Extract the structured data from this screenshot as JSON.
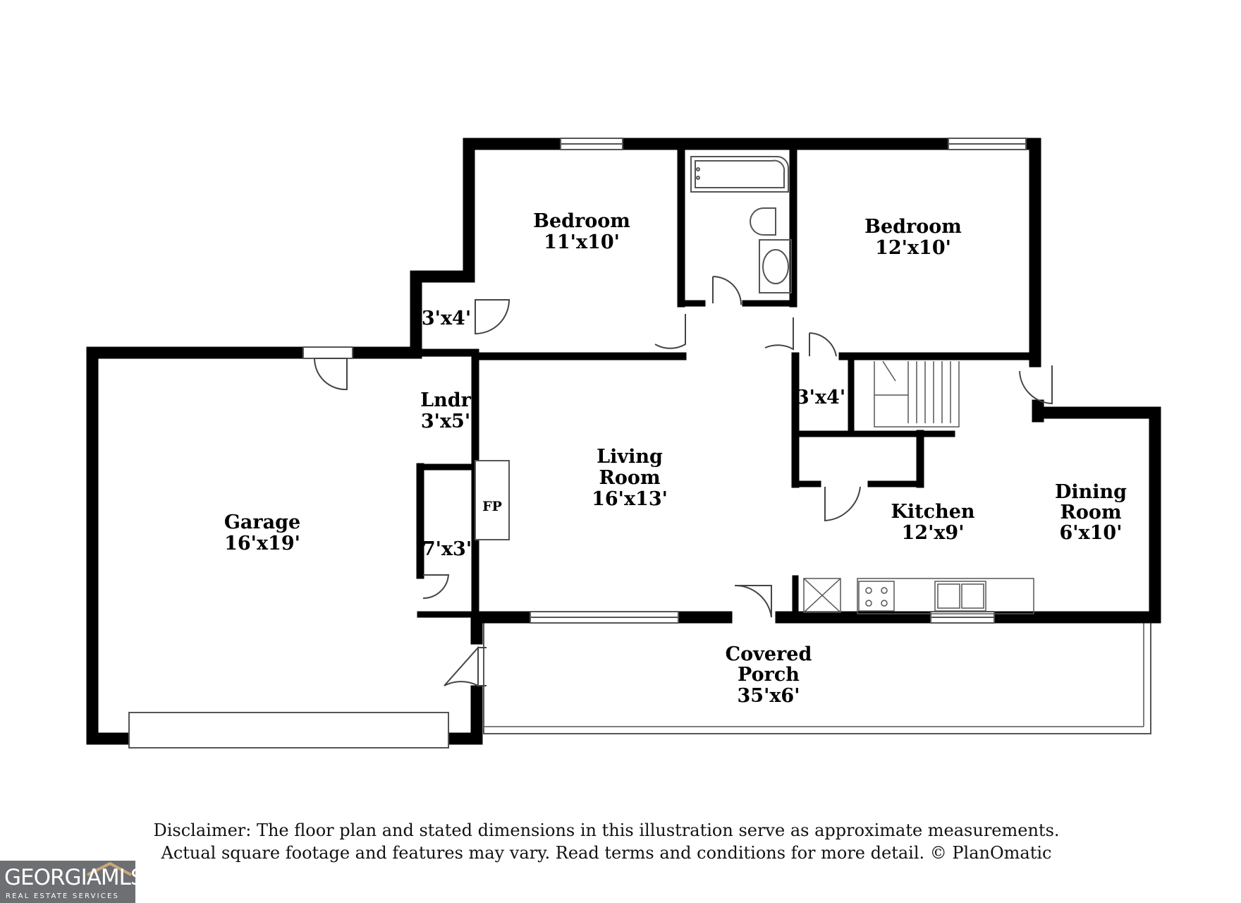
{
  "rooms": {
    "bedroom_left": {
      "name": "Bedroom",
      "size": "11'x10'"
    },
    "bedroom_right": {
      "name": "Bedroom",
      "size": "12'x10'"
    },
    "closet_upper": {
      "size": "3'x4'"
    },
    "laundry": {
      "name": "Lndr",
      "size": "3'x5'"
    },
    "living_room": {
      "name_line1": "Living",
      "name_line2": "Room",
      "size": "16'x13'"
    },
    "closet_middle": {
      "size": "3'x4'"
    },
    "garage": {
      "name": "Garage",
      "size": "16'x19'"
    },
    "fireplace": {
      "name": "FP"
    },
    "closet_lower": {
      "size": "7'x3'"
    },
    "kitchen": {
      "name": "Kitchen",
      "size": "12'x9'"
    },
    "dining_room": {
      "name_line1": "Dining",
      "name_line2": "Room",
      "size": "6'x10'"
    },
    "covered_porch": {
      "name_line1": "Covered",
      "name_line2": "Porch",
      "size": "35'x6'"
    }
  },
  "disclaimer": {
    "line1": "Disclaimer: The floor plan and stated dimensions in this illustration serve as approximate measurements.",
    "line2": "Actual square footage and features may vary. Read terms and conditions for more detail. © PlanOmatic"
  },
  "logo": {
    "brand": "GEORGIAMLS",
    "tagline": "REAL ESTATE SERVICES"
  },
  "colors": {
    "wall": "#000000",
    "fixture": "#555555",
    "logo_bg": "#6d6f72"
  }
}
